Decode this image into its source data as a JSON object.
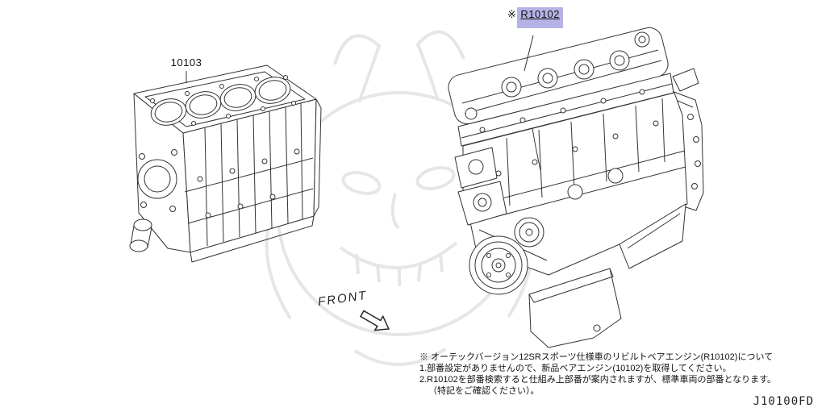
{
  "page": {
    "background_color": "#ffffff",
    "line_color": "#333333",
    "highlight_color": "#b5b3e6"
  },
  "labels": {
    "left_engine_part_number": "10103",
    "reference_mark": "※",
    "right_engine_part_number": "R10102",
    "front": "FRONT",
    "diagram_code": "J10100FD"
  },
  "notes": [
    "※ オーテックバージョン12SRスポーツ仕様車のリビルトベアエンジン(R10102)について",
    "1.部番設定がありませんので、新品ベアエンジン(10102)を取得してください。",
    "2.R10102を部番検索すると仕組み上部番が案内されますが、標準車両の部番となります。",
    "（特記をご確認ください）。"
  ]
}
